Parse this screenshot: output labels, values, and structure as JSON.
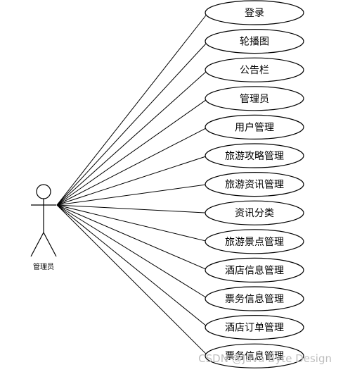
{
  "actor": {
    "label": "管理员"
  },
  "use_cases": [
    "登录",
    "轮播图",
    "公告栏",
    "管理员",
    "用户管理",
    "旅游攻略管理",
    "旅游资讯管理",
    "资讯分类",
    "旅游景点管理",
    "酒店信息管理",
    "票务信息管理",
    "酒店订单管理",
    "票务信息管理"
  ],
  "watermark": "CSDN @Java Byte Design",
  "colors": {
    "stroke": "#000000",
    "background": "#ffffff",
    "watermark": "#b8b8b8"
  }
}
